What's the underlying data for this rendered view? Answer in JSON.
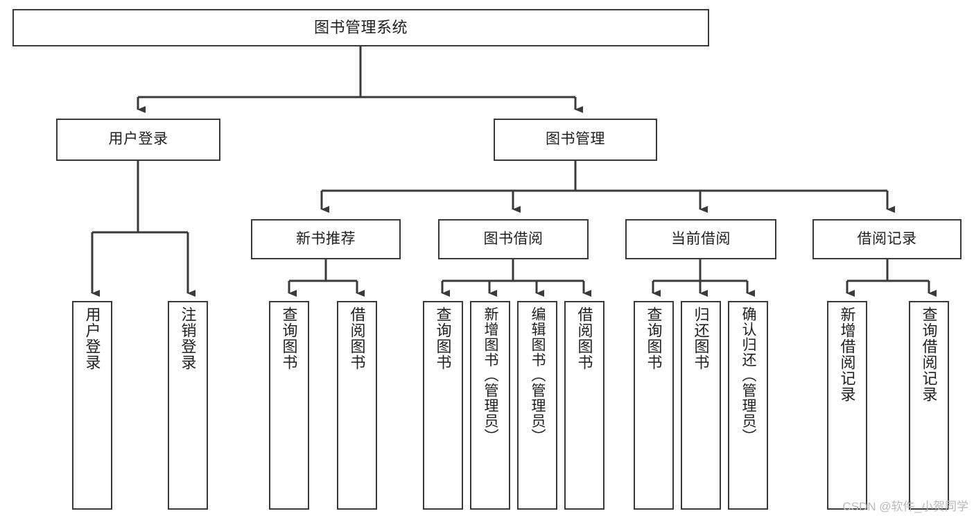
{
  "diagram": {
    "type": "tree-hierarchy",
    "title": "图书管理系统",
    "orientation": "top-down",
    "colors": {
      "box_border": "#3a3a3a",
      "box_fill": "#ffffff",
      "connector": "#3a3a3a",
      "text": "#1f1f1f",
      "watermark": "#b9b9b9",
      "background": "#ffffff"
    },
    "root": {
      "label": "图书管理系统"
    },
    "level2": [
      {
        "label": "用户登录"
      },
      {
        "label": "图书管理"
      }
    ],
    "level3": [
      {
        "label": "新书推荐"
      },
      {
        "label": "图书借阅"
      },
      {
        "label": "当前借阅"
      },
      {
        "label": "借阅记录"
      }
    ],
    "leaves": {
      "user_login": [
        {
          "label": "用户登录"
        },
        {
          "label": "注销登录"
        }
      ],
      "new_book_recommend": [
        {
          "label": "查询图书"
        },
        {
          "label": "借阅图书"
        }
      ],
      "book_borrow": [
        {
          "label": "查询图书"
        },
        {
          "label": "新增图书（管理员）"
        },
        {
          "label": "编辑图书（管理员）"
        },
        {
          "label": "借阅图书"
        }
      ],
      "current_borrow": [
        {
          "label": "查询图书"
        },
        {
          "label": "归还图书"
        },
        {
          "label": "确认归还（管理员）"
        }
      ],
      "borrow_record": [
        {
          "label": "新增借阅记录"
        },
        {
          "label": "查询借阅记录"
        }
      ]
    }
  },
  "watermark": {
    "text": "CSDN @软件_小贺同学"
  }
}
